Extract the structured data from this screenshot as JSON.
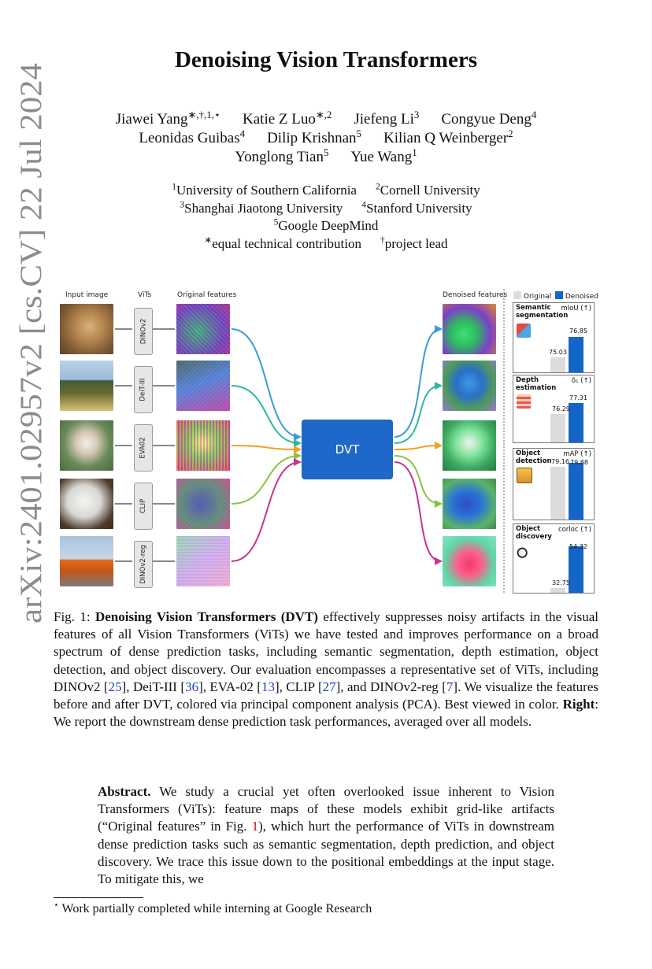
{
  "arxiv_stamp": "arXiv:2401.02957v2  [cs.CV]  22 Jul 2024",
  "title": "Denoising Vision Transformers",
  "authors": [
    [
      {
        "name": "Jiawei Yang",
        "sup": "∗,†,1,⋆"
      },
      {
        "name": "Katie Z Luo",
        "sup": "∗,2"
      },
      {
        "name": "Jiefeng Li",
        "sup": "3"
      },
      {
        "name": "Congyue Deng",
        "sup": "4"
      }
    ],
    [
      {
        "name": "Leonidas Guibas",
        "sup": "4"
      },
      {
        "name": "Dilip Krishnan",
        "sup": "5"
      },
      {
        "name": "Kilian Q Weinberger",
        "sup": "2"
      }
    ],
    [
      {
        "name": "Yonglong Tian",
        "sup": "5"
      },
      {
        "name": "Yue Wang",
        "sup": "1"
      }
    ]
  ],
  "affiliations": [
    [
      {
        "sup": "1",
        "name": "University of Southern California"
      },
      {
        "sup": "2",
        "name": "Cornell University"
      }
    ],
    [
      {
        "sup": "3",
        "name": "Shanghai Jiaotong University"
      },
      {
        "sup": "4",
        "name": "Stanford University"
      }
    ],
    [
      {
        "sup": "5",
        "name": "Google DeepMind"
      }
    ],
    [
      {
        "sup": "∗",
        "name": "equal technical contribution"
      },
      {
        "sup": "†",
        "name": "project lead"
      }
    ]
  ],
  "figure": {
    "col_input": "Input image",
    "col_vits": "ViTs",
    "col_original": "Original features",
    "col_denoised": "Denoised features",
    "center_label": "DVT",
    "vits": [
      "DINOv2",
      "DeiT-III",
      "EVA02",
      "CLIP",
      "DINOv2-reg"
    ],
    "arrow_colors": [
      "#3a9ad9",
      "#2bb8a0",
      "#f0a21e",
      "#8ac43f",
      "#c0388e"
    ],
    "legend": {
      "original": "Original",
      "denoised": "Denoised",
      "original_color": "#dcdcdc",
      "denoised_color": "#1565c8"
    },
    "panels": [
      {
        "task": [
          "Semantic",
          "segmentation"
        ],
        "metric": "mIoU (↑)",
        "original": "75.03",
        "denoised": "76.85",
        "original_frac": 0.22,
        "denoised_frac": 0.5
      },
      {
        "task": [
          "Depth",
          "estimation"
        ],
        "metric": "δ₁ (↑)",
        "original": "76.29",
        "denoised": "77.31",
        "original_frac": 0.5,
        "denoised_frac": 0.66
      },
      {
        "task": [
          "Object",
          "detection"
        ],
        "metric": "mAP (↑)",
        "original": "79.16",
        "denoised": "79.88",
        "original_frac": 0.79,
        "denoised_frac": 0.85
      },
      {
        "task": [
          "Object",
          "discovery"
        ],
        "metric": "corloc (↑)",
        "original": "32.75",
        "denoised": "54.32",
        "original_frac": 0.08,
        "denoised_frac": 0.67
      }
    ]
  },
  "caption": {
    "prefix": "Fig. 1: ",
    "bold": "Denoising Vision Transformers (DVT)",
    "text1": " effectively suppresses noisy artifacts in the visual features of all Vision Transformers (ViTs) we have tested and improves performance on a broad spectrum of dense prediction tasks, including semantic segmentation, depth estimation, object detection, and object discovery. Our evaluation encompasses a representative set of ViTs, including DINOv2 [",
    "c1": "25",
    "text2": "], DeiT-III [",
    "c2": "36",
    "text3": "], EVA-02 [",
    "c3": "13",
    "text4": "], CLIP [",
    "c4": "27",
    "text5": "], and DINOv2-reg [",
    "c5": "7",
    "text6": "]. We visualize the features before and after DVT, colored via principal component analysis (PCA). Best viewed in color. ",
    "bold2": "Right",
    "text7": ": We report the downstream dense prediction task performances, averaged over all models."
  },
  "abstract": {
    "label": "Abstract.",
    "text1": " We study a crucial yet often overlooked issue inherent to Vision Transformers (ViTs): feature maps of these models exhibit grid-like artifacts (“Original features” in Fig. ",
    "ref": "1",
    "text2": "), which hurt the performance of ViTs in downstream dense prediction tasks such as semantic segmentation, depth prediction, and object discovery. We trace this issue down to the positional embeddings at the input stage. To mitigate this, we"
  },
  "footnote": {
    "mark": "⋆",
    "text": " Work partially completed while interning at Google Research"
  }
}
